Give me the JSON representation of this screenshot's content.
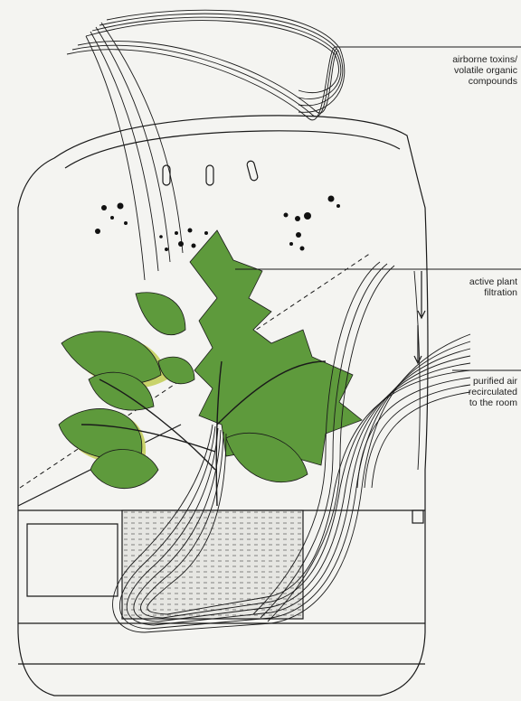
{
  "labels": {
    "toxins": "airborne toxins/\nvolatile organic\ncompounds",
    "filtration": "active plant\nfiltration",
    "purified": "purified air\nrecirculated\nto the room"
  },
  "colors": {
    "background": "#f4f4f1",
    "line": "#1a1a1a",
    "plant": "#5e9a3c",
    "plant_shadow": "#c9d36a",
    "soil_fill": "#d9d9d4"
  },
  "icons": {
    "particles": "toxin-particle-dots",
    "plant": "leafy-plant-illustration"
  }
}
